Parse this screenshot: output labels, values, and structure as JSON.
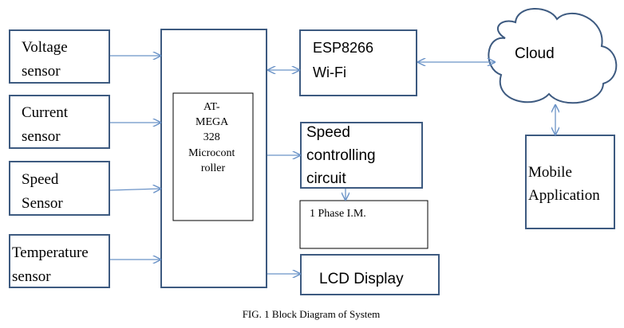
{
  "blocks": {
    "voltage_sensor": [
      "Voltage",
      "sensor"
    ],
    "current_sensor": [
      "Current",
      "sensor"
    ],
    "speed_sensor": [
      "Speed",
      "Sensor"
    ],
    "temperature_sensor": [
      "Temperature",
      "sensor"
    ],
    "microcontroller": [
      "AT-",
      "MEGA",
      "328",
      "Microcont",
      "roller"
    ],
    "wifi": [
      "ESP8266",
      "Wi-Fi"
    ],
    "speed_control": [
      "Speed",
      "controlling",
      "circuit"
    ],
    "motor": [
      "1 Phase I.M."
    ],
    "lcd": [
      "LCD Display"
    ],
    "cloud": [
      "Cloud"
    ],
    "mobile_app": [
      "Mobile",
      "Application"
    ]
  },
  "caption": "FIG. 1 Block Diagram of System",
  "colors": {
    "box_border": "#3d5a80",
    "arrow": "#6b93c7",
    "text": "#000000"
  }
}
